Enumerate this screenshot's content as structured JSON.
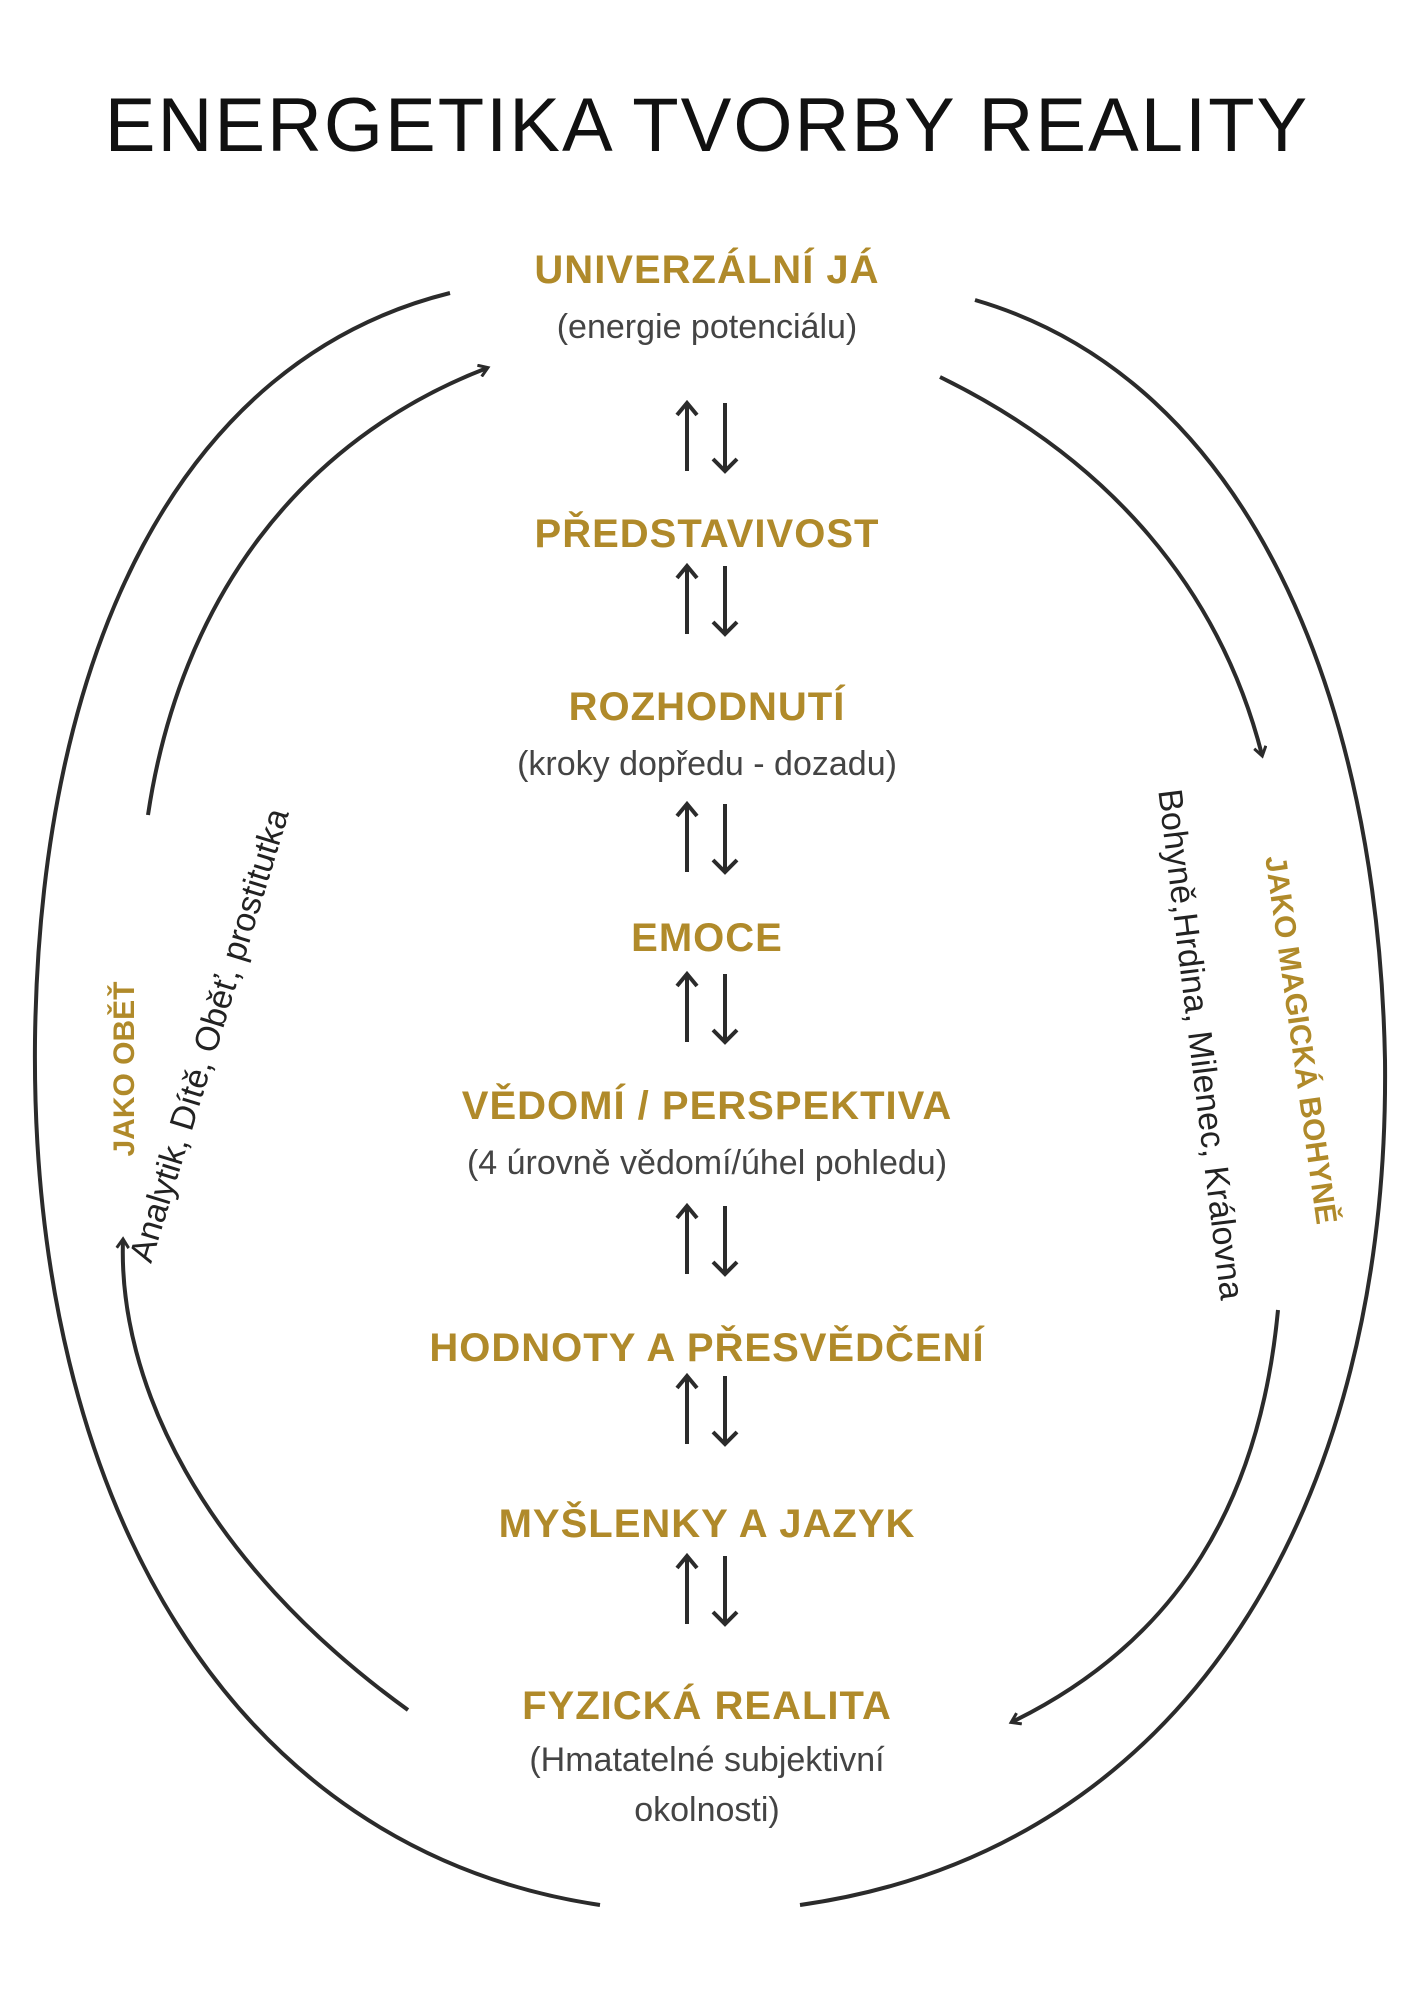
{
  "title": "ENERGETIKA TVORBY REALITY",
  "colors": {
    "accent": "#b08a2a",
    "line": "#2b2b2b",
    "text": "#222222"
  },
  "stages": [
    {
      "title": "UNIVERZÁLNÍ JÁ",
      "subtitle": "(energie potenciálu)"
    },
    {
      "title": "PŘEDSTAVIVOST",
      "subtitle": ""
    },
    {
      "title": "ROZHODNUTÍ",
      "subtitle": "(kroky dopředu - dozadu)"
    },
    {
      "title": "EMOCE",
      "subtitle": ""
    },
    {
      "title": "VĚDOMÍ / PERSPEKTIVA",
      "subtitle": "(4 úrovně vědomí/úhel pohledu)"
    },
    {
      "title": "HODNOTY A PŘESVĚDČENÍ",
      "subtitle": ""
    },
    {
      "title": "MYŠLENKY A JAZYK",
      "subtitle": ""
    },
    {
      "title": "FYZICKÁ REALITA",
      "subtitle": "(Hmatatelné subjektivní",
      "subtitle2": "okolnosti)"
    }
  ],
  "left_side": {
    "title": "JAKO OBĚŤ",
    "roles": "Analytik, Dítě, Oběť, prostitutka"
  },
  "right_side": {
    "title": "JAKO MAGICKÁ BOHYNĚ",
    "roles": "Bohyně,Hrdina, Milenec, Královna"
  },
  "connector_icon": "up-down-arrows-icon"
}
